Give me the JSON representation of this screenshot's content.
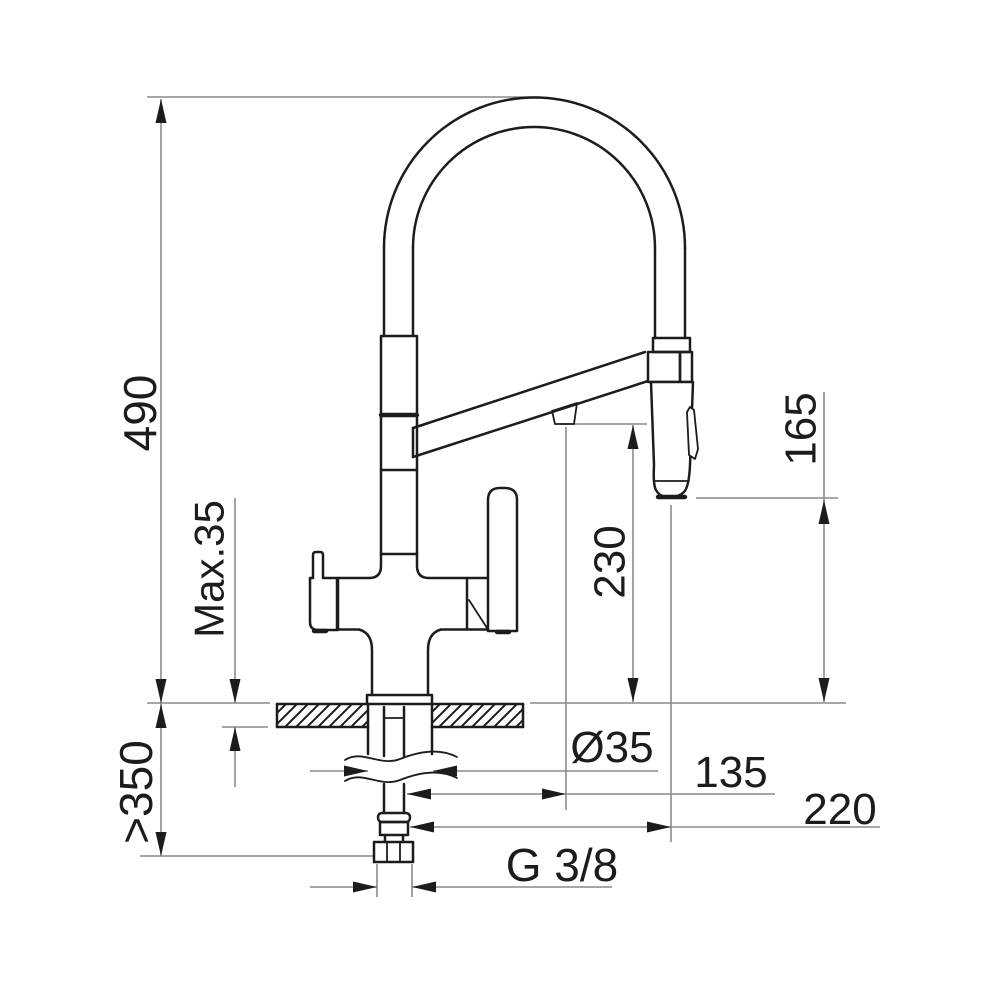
{
  "drawing": {
    "kind": "faucet installation dimension drawing",
    "colors": {
      "outline": "#1c1c1c",
      "dimension_lines": "#8a8a8a",
      "background": "#ffffff",
      "text": "#1c1c1c"
    }
  },
  "dims": {
    "overall_height": "490",
    "max_counter_thickness": "Max.35",
    "min_clearance_below": ">350",
    "spray_outlet_height": "165",
    "spout_outlet_height": "230",
    "hole_diameter": "Ø35",
    "spout_reach": "135",
    "spray_reach": "220",
    "thread_size": "G 3/8"
  }
}
